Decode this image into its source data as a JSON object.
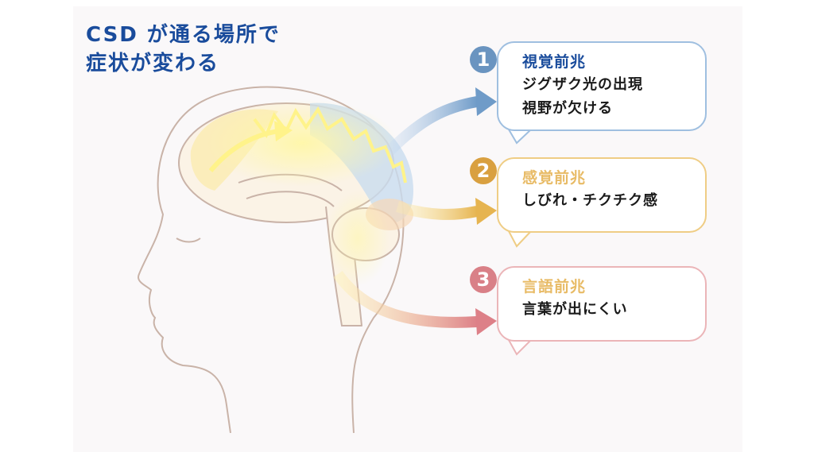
{
  "title": {
    "line1": "CSD が通る場所で",
    "line2": "症状が変わる"
  },
  "colors": {
    "title": "#1a4c9c",
    "visual": "#6a94c0",
    "sensory": "#d9a040",
    "language": "#d98087",
    "heading_gold": "#e8bb66"
  },
  "callouts": [
    {
      "number": "1",
      "heading": "視覚前兆",
      "lines": [
        "ジグザク光の出現",
        "視野が欠ける"
      ]
    },
    {
      "number": "2",
      "heading": "感覚前兆",
      "lines": [
        "しびれ・チクチク感"
      ]
    },
    {
      "number": "3",
      "heading": "言語前兆",
      "lines": [
        "言葉が出にくい"
      ]
    }
  ]
}
